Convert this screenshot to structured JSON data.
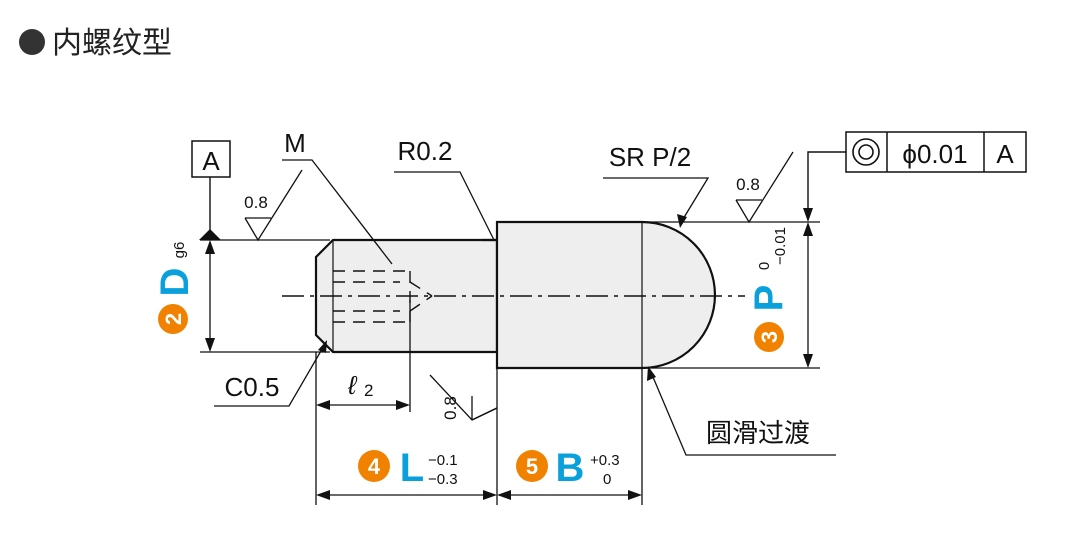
{
  "title": "内螺纹型",
  "accent_color": "#0aa0dc",
  "badge_color": "#f08200",
  "labels": {
    "datum": "A",
    "thread": "M",
    "radius": "R0.2",
    "sphere": "SR P/2",
    "chamfer": "C0.5",
    "thread_depth": "2",
    "fillet": "圆滑过渡",
    "roughness": "0.8"
  },
  "tolerance_frame": {
    "symbol": "◎",
    "value": "ϕ0.01",
    "datum": "A"
  },
  "dimensions": [
    {
      "num": "2",
      "letter": "D",
      "tol": "g6"
    },
    {
      "num": "3",
      "letter": "P",
      "tol_upper": "0",
      "tol_lower": "−0.01"
    },
    {
      "num": "4",
      "letter": "L",
      "tol_upper": "−0.1",
      "tol_lower": "−0.3"
    },
    {
      "num": "5",
      "letter": "B",
      "tol_upper": "+0.3",
      "tol_lower": "0"
    }
  ]
}
